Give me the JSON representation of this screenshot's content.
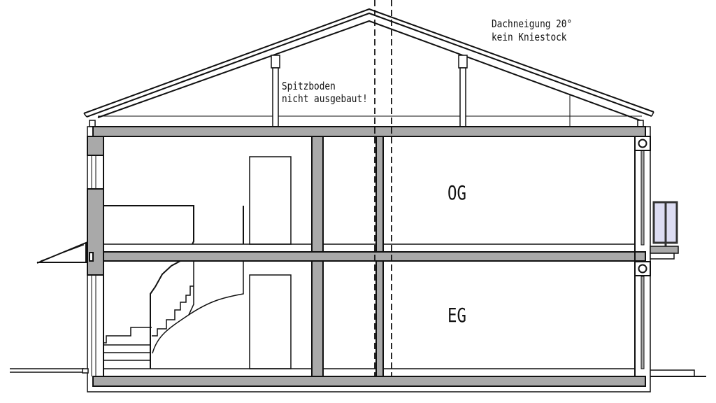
{
  "annotations": {
    "roof_pitch": "Dachneigung 20°",
    "knee_wall": "kein Kniestock",
    "attic_line1": "Spitzboden",
    "attic_line2": "nicht ausgebaut!"
  },
  "floors": {
    "upper": "OG",
    "ground": "EG"
  },
  "colors": {
    "line": "#111111",
    "section_fill": "#a9a9a9",
    "glass": "#dcdcf2"
  }
}
